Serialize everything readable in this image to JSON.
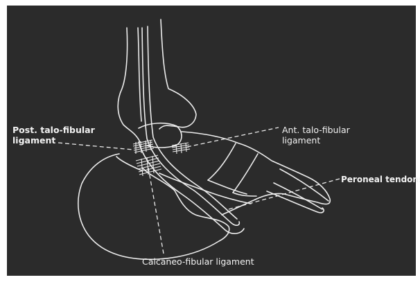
{
  "figure": {
    "labels": {
      "post_talofibular_line1": "Post. talo-fibular",
      "post_talofibular_line2": "ligament",
      "ant_talofibular_line1": "Ant. talo-fibular",
      "ant_talofibular_line2": "ligament",
      "peroneal_tendons": "Peroneal tendons",
      "calcaneofibular": "Calcaneo-fibular ligament"
    },
    "colors": {
      "background": "#2b2b2b",
      "line_art": "#ededed",
      "border": "#ffffff"
    }
  }
}
